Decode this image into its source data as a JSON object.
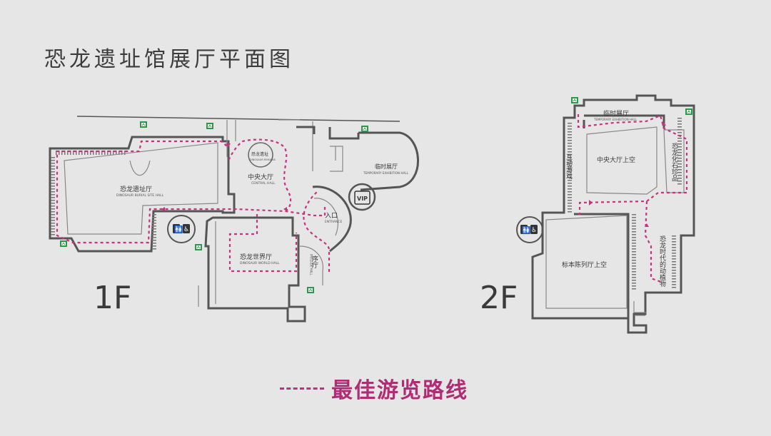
{
  "title": "恐龙遗址馆展厅平面图",
  "floor1": {
    "label": "1F",
    "rooms": {
      "burial_hall": {
        "zh": "恐龙遗址厅",
        "en": "DINOSAUR BURIAL SITE HALL"
      },
      "central_hall": {
        "zh": "中央大厅",
        "en": "CENTRAL HALL"
      },
      "remains": {
        "zh": "恐龙遗址",
        "en": "DINOSAUR REMAINS"
      },
      "temporary_hall": {
        "zh": "临时展厅",
        "en": "TEMPORARY EXHIBITION HALL"
      },
      "world_hall": {
        "zh": "恐龙世界厅",
        "en": "DINOSAUR WORLD HALL"
      },
      "entrance": {
        "zh": "入口",
        "en": "ENTRANCE"
      },
      "prelude": {
        "zh": "序厅",
        "en": "PRELUDE HALL"
      },
      "vip": "VIP"
    }
  },
  "floor2": {
    "label": "2F",
    "rooms": {
      "temporary_hall": {
        "zh": "临时展厅",
        "en": "TEMPORARY EXHIBITION HALL"
      },
      "central_void": {
        "zh": "中央大厅上空"
      },
      "interactive": {
        "zh": "互动游戏"
      },
      "fossil": {
        "zh": "恐龙化石珍品"
      },
      "specimen_void": {
        "zh": "标本陈列厅上空"
      },
      "era_animals": {
        "zh": "恐龙时代的动植物"
      }
    }
  },
  "legend": {
    "text": "最佳游览路线",
    "color": "#b02d75"
  },
  "icons": [
    "emergency-exit-icon",
    "restroom-icon",
    "accessible-icon"
  ],
  "colors": {
    "route": "#c5357f",
    "exit": "#2a9a4a",
    "background": "#e6e6e6"
  }
}
